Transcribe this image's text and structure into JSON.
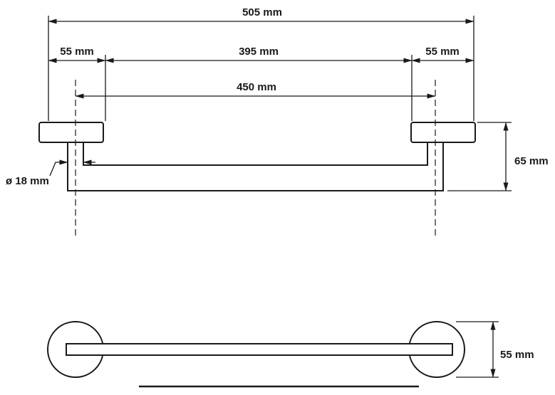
{
  "front_view": {
    "dim_overall": "505 mm",
    "dim_left": "55 mm",
    "dim_middle": "395 mm",
    "dim_right": "55 mm",
    "dim_centers": "450 mm",
    "dim_diameter": "ø 18 mm",
    "dim_height": "65 mm"
  },
  "top_view": {
    "dim_depth": "55 mm"
  },
  "colors": {
    "line": "#1a1a1a",
    "background": "#ffffff"
  }
}
